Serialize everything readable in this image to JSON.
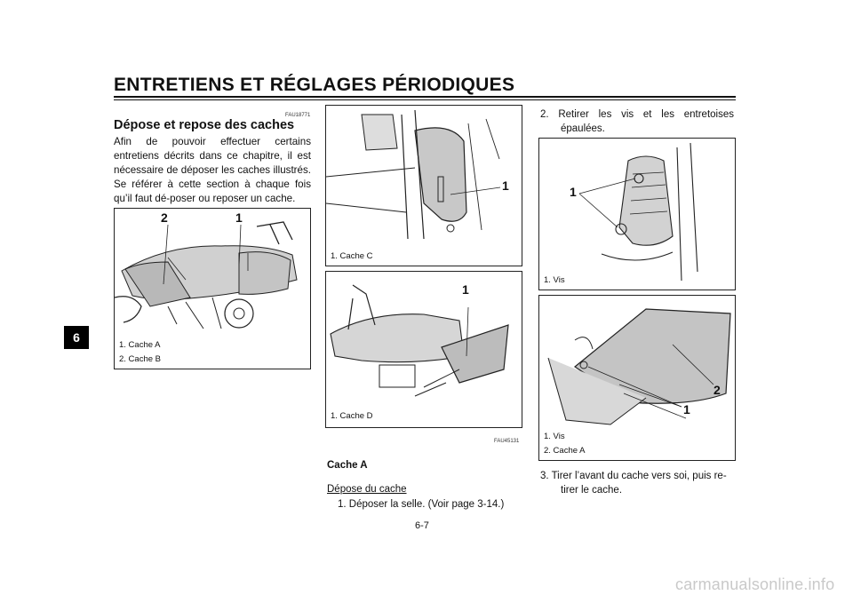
{
  "header": {
    "title": "ENTRETIENS ET RÉGLAGES PÉRIODIQUES",
    "chapter": "6"
  },
  "left": {
    "code": "FAU18771",
    "title": "Dépose et repose des caches",
    "paragraph": "Afin de pouvoir effectuer certains entretiens décrits dans ce chapitre, il est nécessaire de déposer les caches illustrés. Se référer à cette section à chaque fois qu’il faut dé-poser ou reposer un cache.",
    "fig_callouts": [
      "2",
      "1"
    ],
    "captions": [
      "1. Cache A",
      "2. Cache B"
    ]
  },
  "middle": {
    "fig1_callout": "1",
    "fig1_caption": "1. Cache C",
    "fig2_callout": "1",
    "fig2_caption": "1. Cache D",
    "code": "FAU45131",
    "subheading": "Cache A",
    "underlined": "Dépose du cache",
    "step1": "1. Déposer la selle. (Voir page 3-14.)"
  },
  "right": {
    "step2_line1": "2. Retirer les vis et les entretoises",
    "step2_line2": "épaulées.",
    "fig1_callout": "1",
    "fig1_caption": "1. Vis",
    "fig2_callouts": [
      "2",
      "1"
    ],
    "fig2_captions": [
      "1. Vis",
      "2. Cache A"
    ],
    "step3_line1": "3. Tirer l’avant du cache vers soi, puis re-",
    "step3_line2": "tirer le cache."
  },
  "footer": {
    "page": "6-7",
    "watermark": "carmanualsonline.info"
  }
}
